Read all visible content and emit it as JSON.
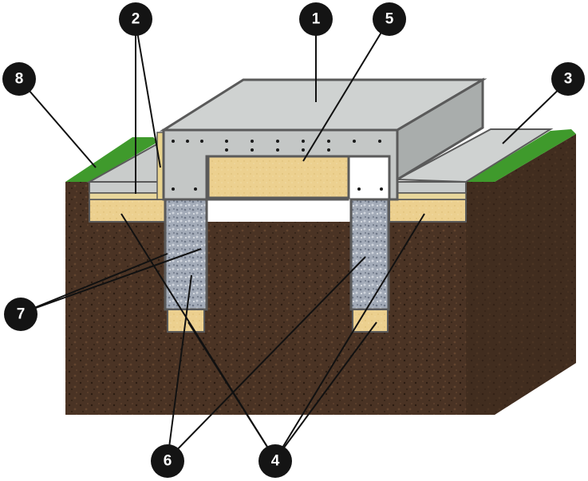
{
  "callouts": [
    {
      "id": "1",
      "label": "1"
    },
    {
      "id": "2",
      "label": "2"
    },
    {
      "id": "3",
      "label": "3"
    },
    {
      "id": "4",
      "label": "4"
    },
    {
      "id": "5",
      "label": "5"
    },
    {
      "id": "6",
      "label": "6"
    },
    {
      "id": "7",
      "label": "7"
    },
    {
      "id": "8",
      "label": "8"
    }
  ],
  "colors": {
    "soil": "#4a3324",
    "soil_dark": "#2e1f16",
    "concrete": "#c9cccb",
    "concrete_side": "#a9adac",
    "sand": "#ecd08f",
    "gravel": "#9ea6b4",
    "grass": "#3f9a2c",
    "outline": "#5a5a5a",
    "callout_fill": "#141414"
  }
}
